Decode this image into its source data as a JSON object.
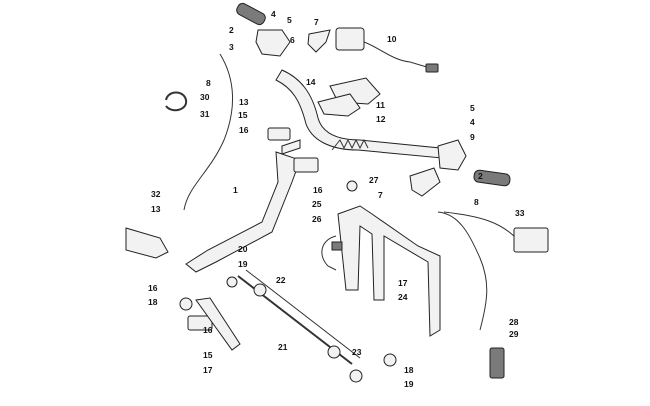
{
  "callouts": [
    {
      "id": "c1",
      "text": "4"
    },
    {
      "id": "c2",
      "text": "5"
    },
    {
      "id": "c3",
      "text": "2"
    },
    {
      "id": "c4",
      "text": "6"
    },
    {
      "id": "c5",
      "text": "3"
    },
    {
      "id": "c6",
      "text": "7"
    },
    {
      "id": "c7",
      "text": "10"
    },
    {
      "id": "c8",
      "text": "14"
    },
    {
      "id": "c9",
      "text": "8"
    },
    {
      "id": "c10",
      "text": "13"
    },
    {
      "id": "c11",
      "text": "30"
    },
    {
      "id": "c12",
      "text": "11"
    },
    {
      "id": "c13",
      "text": "15"
    },
    {
      "id": "c14",
      "text": "31"
    },
    {
      "id": "c15",
      "text": "12"
    },
    {
      "id": "c16",
      "text": "5"
    },
    {
      "id": "c17",
      "text": "4"
    },
    {
      "id": "c18",
      "text": "9"
    },
    {
      "id": "c19",
      "text": "16"
    },
    {
      "id": "c20",
      "text": "2"
    },
    {
      "id": "c21",
      "text": "1"
    },
    {
      "id": "c22",
      "text": "16"
    },
    {
      "id": "c23",
      "text": "27"
    },
    {
      "id": "c24",
      "text": "7"
    },
    {
      "id": "c25",
      "text": "8"
    },
    {
      "id": "c26",
      "text": "32"
    },
    {
      "id": "c27",
      "text": "13"
    },
    {
      "id": "c28",
      "text": "25"
    },
    {
      "id": "c29",
      "text": "33"
    },
    {
      "id": "c30",
      "text": "26"
    },
    {
      "id": "c31",
      "text": "20"
    },
    {
      "id": "c32",
      "text": "19"
    },
    {
      "id": "c33",
      "text": "22"
    },
    {
      "id": "c34",
      "text": "16"
    },
    {
      "id": "c35",
      "text": "17"
    },
    {
      "id": "c36",
      "text": "18"
    },
    {
      "id": "c37",
      "text": "24"
    },
    {
      "id": "c38",
      "text": "16"
    },
    {
      "id": "c39",
      "text": "28"
    },
    {
      "id": "c40",
      "text": "15"
    },
    {
      "id": "c41",
      "text": "21"
    },
    {
      "id": "c42",
      "text": "29"
    },
    {
      "id": "c43",
      "text": "23"
    },
    {
      "id": "c44",
      "text": "17"
    },
    {
      "id": "c45",
      "text": "18"
    },
    {
      "id": "c46",
      "text": "19"
    }
  ]
}
